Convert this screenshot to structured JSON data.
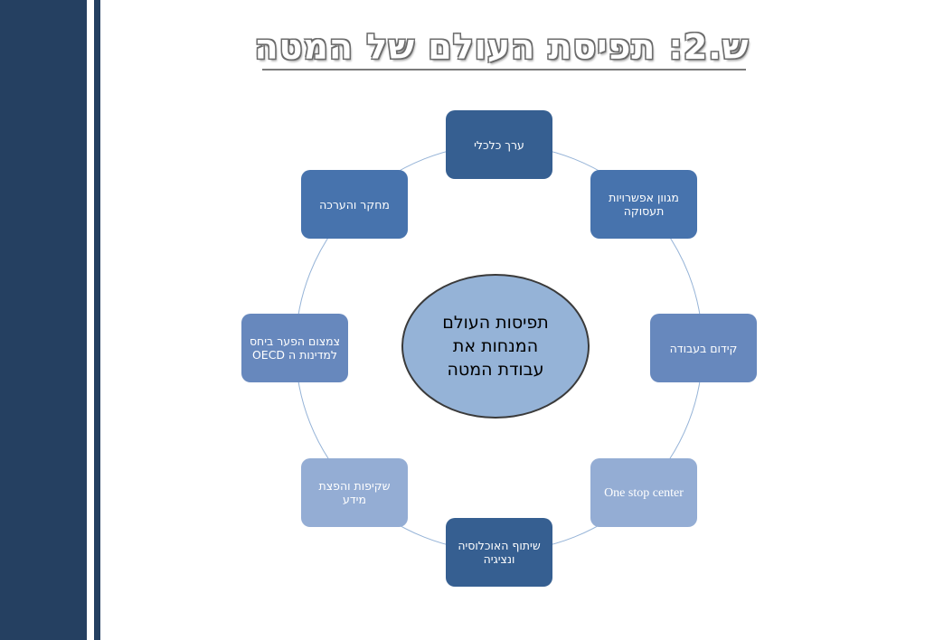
{
  "slide": {
    "title": "ש.2: תפיסת העולם של המטה"
  },
  "diagram": {
    "center": "תפיסות העולם המנחות את עבודת המטה",
    "nodes": [
      {
        "key": "economic",
        "label": "ערך כלכלי",
        "color": "#365f91"
      },
      {
        "key": "employment",
        "label": "מגוון אפשרויות תעסוקה",
        "color": "#4773ad"
      },
      {
        "key": "work-promotion",
        "label": "קידום בעבודה",
        "color": "#6788bd"
      },
      {
        "key": "one-stop",
        "label": "One stop center",
        "color": "#94add4"
      },
      {
        "key": "participation",
        "label": "שיתוף האוכלוסיה ונציגיה",
        "color": "#365f91"
      },
      {
        "key": "transparency",
        "label": "שקיפות והפצת מידע",
        "color": "#94add4"
      },
      {
        "key": "oecd-gap",
        "label": "צמצום הפער ביחס למדינות ה OECD",
        "color": "#6788bd"
      },
      {
        "key": "research",
        "label": "מחקר  והערכה",
        "color": "#4773ad"
      }
    ]
  },
  "colors": {
    "sidebar": "#254061",
    "center_fill": "#95b3d7",
    "ring_line": "#95b3d7"
  }
}
